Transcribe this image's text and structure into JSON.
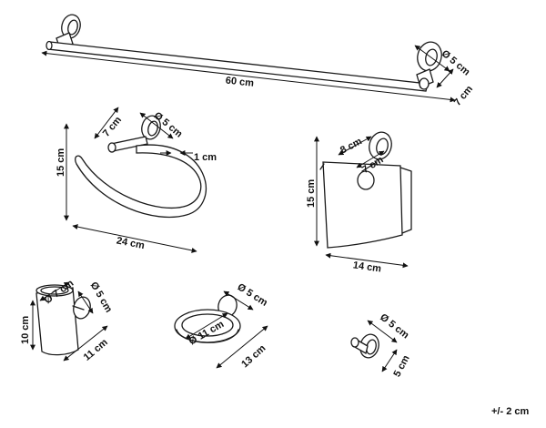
{
  "towel_rail": {
    "length": "60 cm",
    "base_diameter": "Ø 5 cm",
    "depth": "7 cm"
  },
  "towel_ring": {
    "base_diameter": "Ø 5 cm",
    "depth": "7 cm",
    "thickness": "1 cm",
    "height": "15 cm",
    "width": "24 cm"
  },
  "paper_holder": {
    "depth": "8 cm",
    "base_depth": "7 cm",
    "height": "15 cm",
    "width": "14 cm"
  },
  "tumbler_holder": {
    "cup_diameter": "Ø 7 cm",
    "base_diameter": "Ø 5 cm",
    "height": "10 cm",
    "depth": "11 cm"
  },
  "soap_dish": {
    "base_diameter": "Ø 5 cm",
    "dish_diameter": "Ø 11 cm",
    "depth": "13 cm"
  },
  "robe_hook": {
    "base_diameter": "Ø 5 cm",
    "depth": "5 cm"
  },
  "tolerance": "+/- 2 cm"
}
